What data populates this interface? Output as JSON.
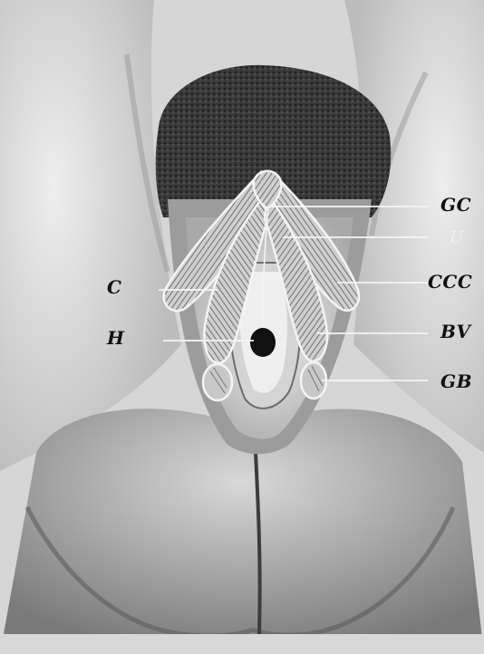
{
  "labels": {
    "gc": "GC",
    "u": "U",
    "c": "C",
    "ccc": "CCC",
    "h": "H",
    "bv": "BV",
    "gb": "GB"
  },
  "colors": {
    "paper": "#dcdcdc",
    "skin_light": "#e2e2e2",
    "skin_mid": "#bdbdbd",
    "skin_dark": "#6e6e6e",
    "hair": "#2f2f2f",
    "muscle": "#8a8a8a",
    "leader_line": "#f5f5f5",
    "label_text": "#111111"
  },
  "icons": [
    "anatomical-illustration"
  ]
}
